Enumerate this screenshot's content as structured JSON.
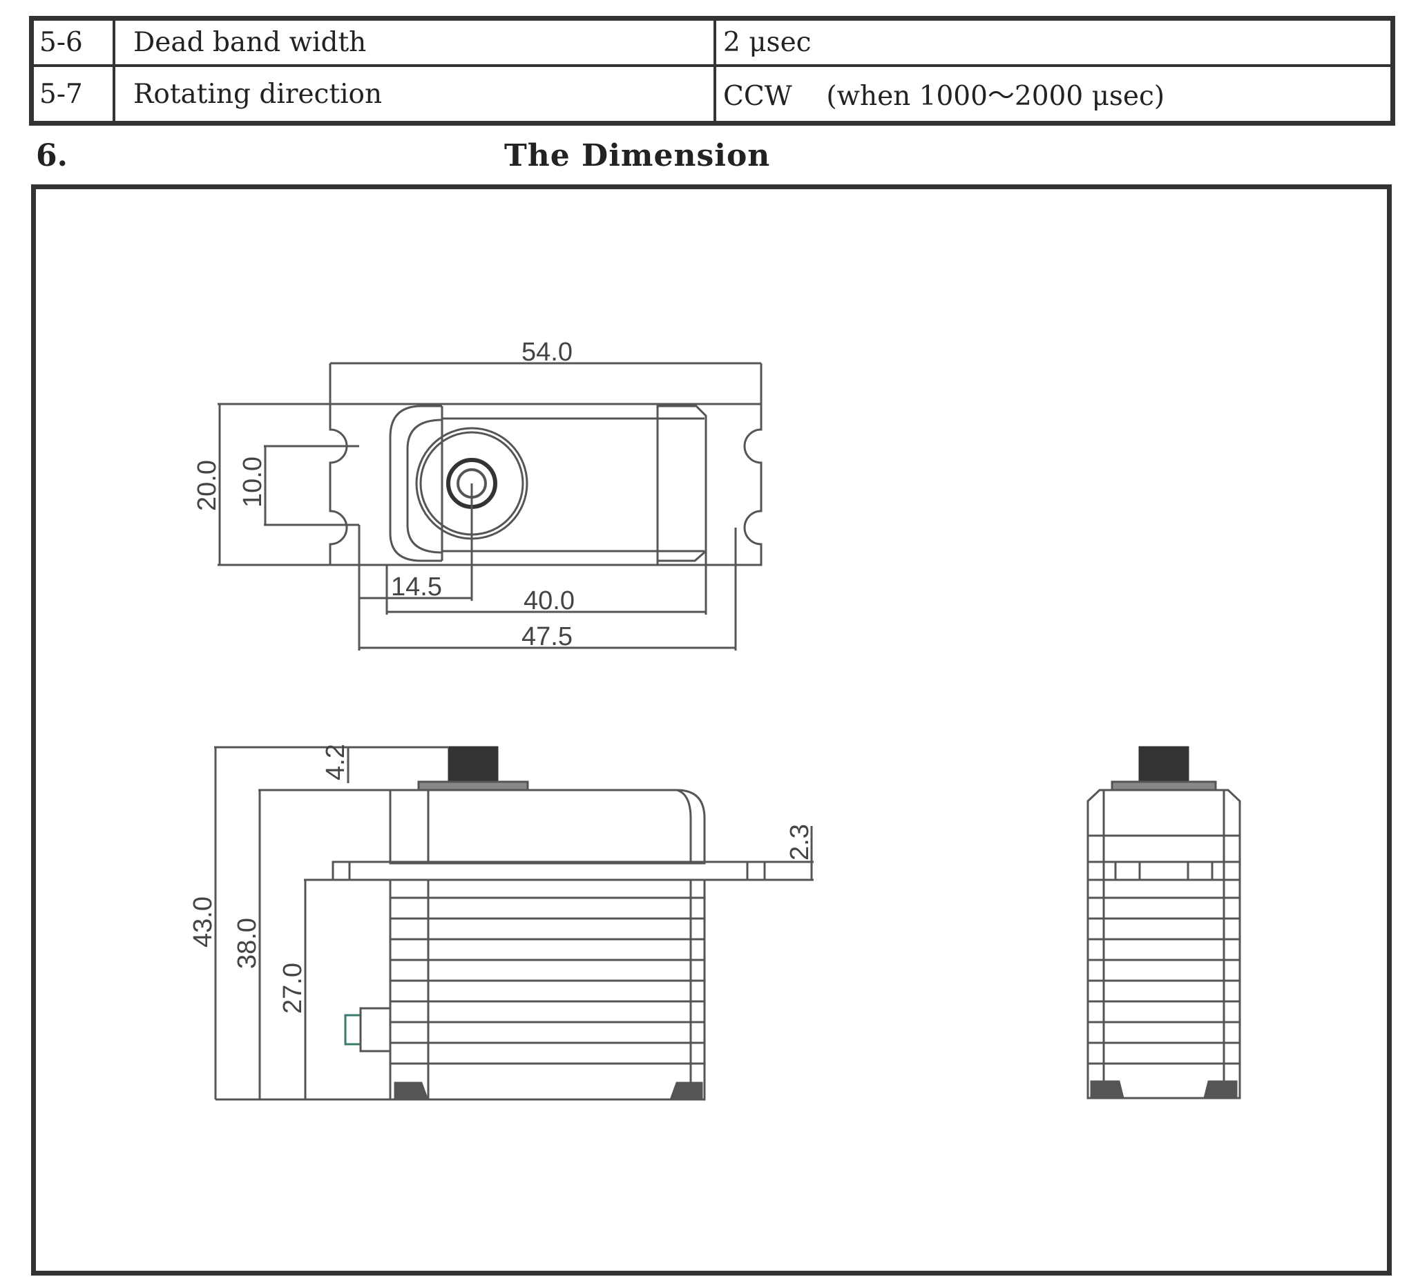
{
  "spec_table": {
    "rows": [
      {
        "no": "5-6",
        "item": "Dead band width",
        "value": "2 μsec"
      },
      {
        "no": "5-7",
        "item": "Rotating direction",
        "value": "CCW    (when 1000～2000 μsec)"
      }
    ]
  },
  "section": {
    "number": "6.",
    "title": "The Dimension"
  },
  "drawing": {
    "top_view": {
      "overall_width": "54.0",
      "overall_depth": "20.0",
      "hole_spacing": "10.0",
      "output_shaft_offset": "14.5",
      "body_length": "40.0",
      "mounting_hole_pitch": "47.5"
    },
    "side_view": {
      "overall_height": "43.0",
      "case_height": "38.0",
      "flange_height": "27.0",
      "spline_height": "4.2",
      "flange_thickness": "2.3"
    }
  }
}
